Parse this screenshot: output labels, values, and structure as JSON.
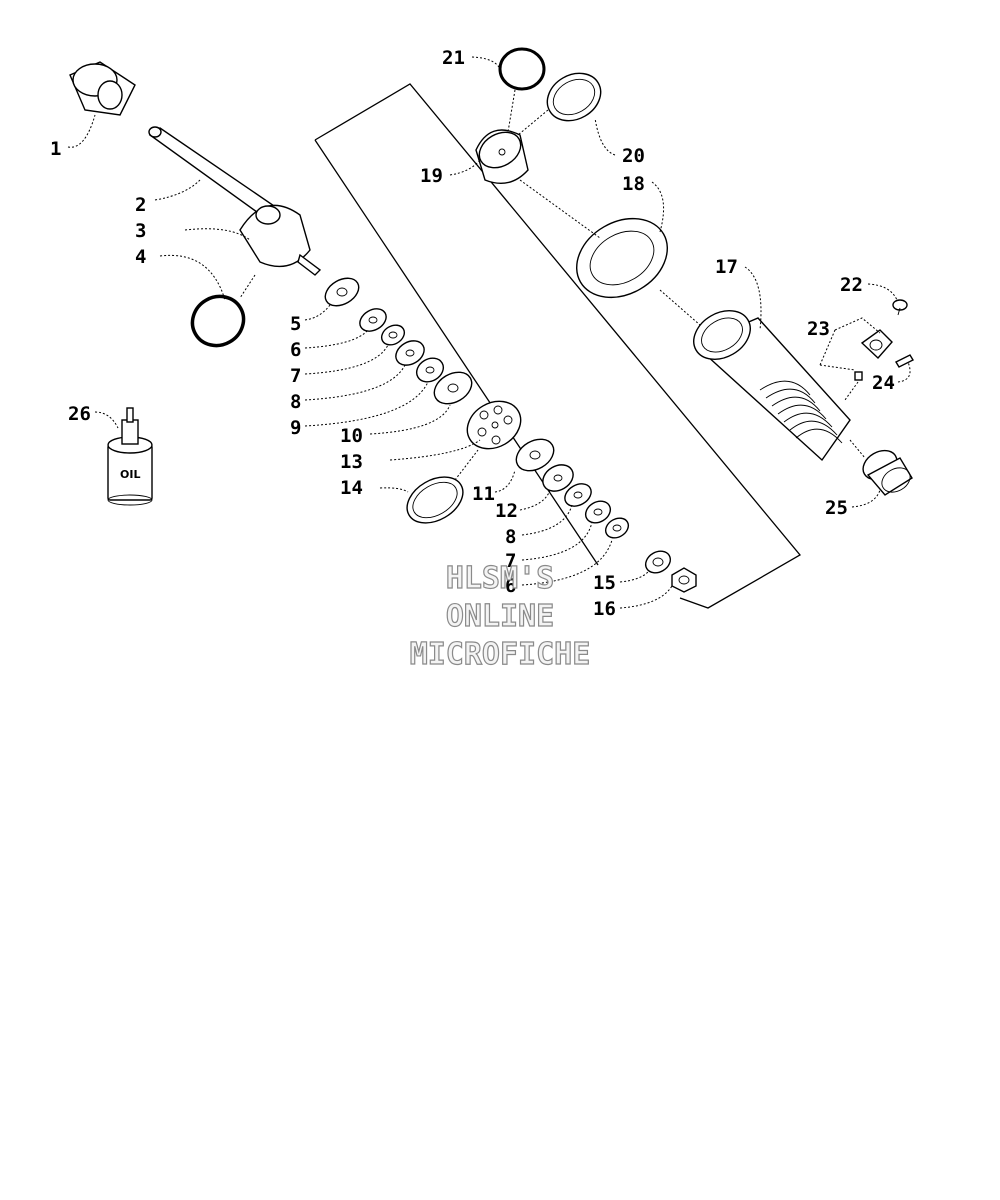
{
  "diagram": {
    "callouts": [
      "1",
      "2",
      "3",
      "4",
      "5",
      "6",
      "7",
      "8",
      "9",
      "10",
      "13",
      "14",
      "26",
      "21",
      "20",
      "19",
      "18",
      "17",
      "22",
      "23",
      "24",
      "25",
      "11",
      "12",
      "8",
      "7",
      "6",
      "15",
      "16"
    ],
    "oil_label": "OIL",
    "watermark": [
      "HLSM'S",
      "ONLINE",
      "MICROFICHE"
    ]
  }
}
